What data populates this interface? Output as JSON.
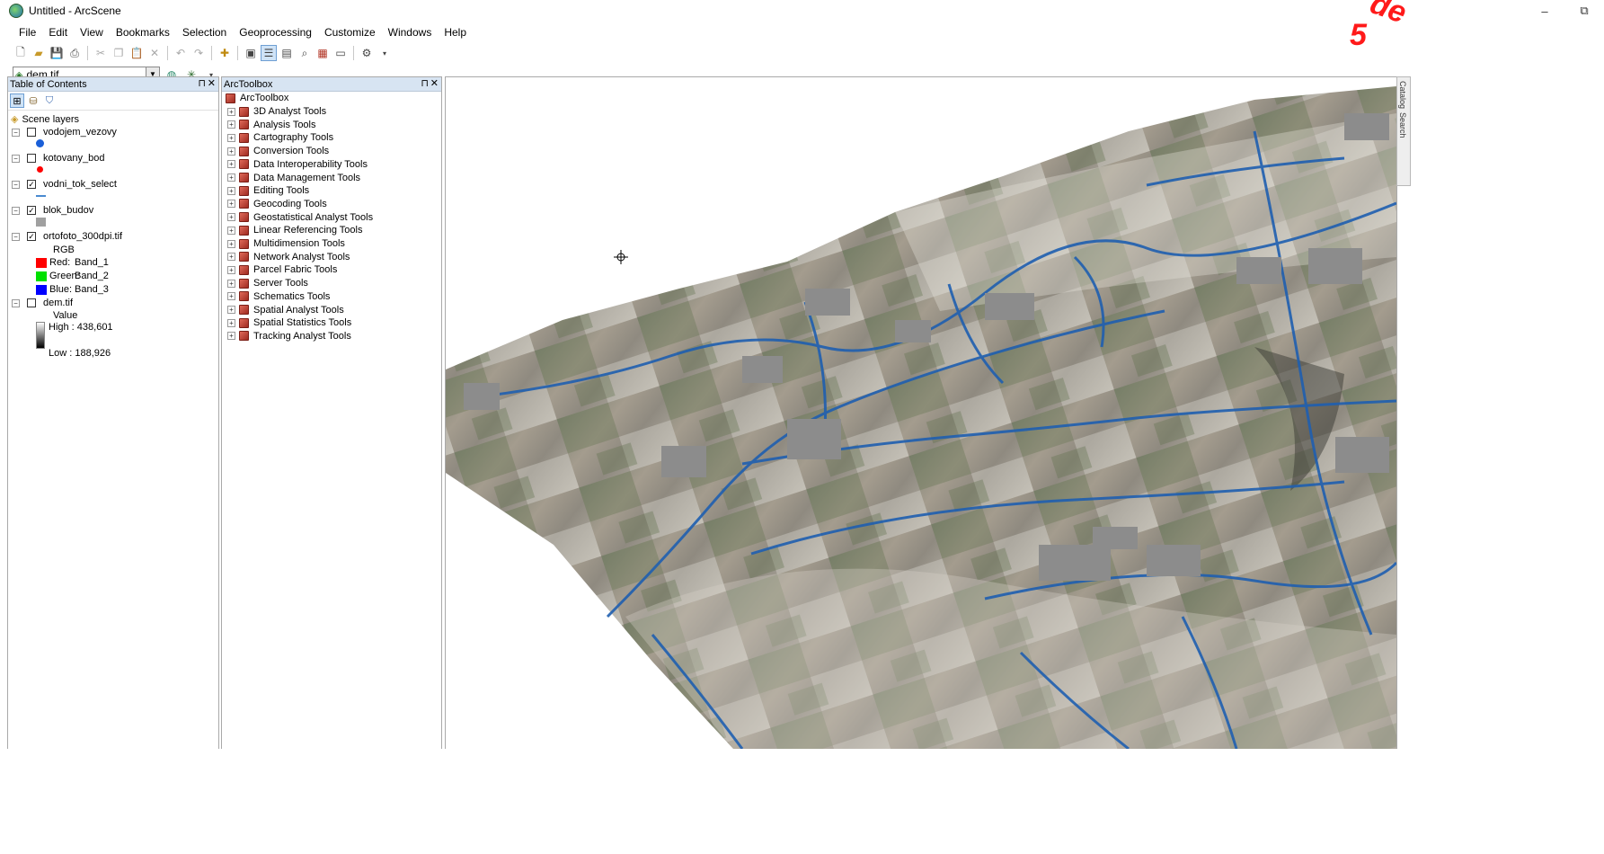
{
  "window": {
    "title": "Untitled - ArcScene",
    "controls": [
      "–",
      "⧉"
    ]
  },
  "menu": [
    "File",
    "Edit",
    "View",
    "Bookmarks",
    "Selection",
    "Geoprocessing",
    "Customize",
    "Windows",
    "Help"
  ],
  "layer_selector": {
    "value": "dem.tif"
  },
  "toc": {
    "title": "Table of Contents",
    "pin": "⊓",
    "close": "✕",
    "root": "Scene layers",
    "layers": [
      {
        "name": "vodojem_vezovy",
        "checked": false
      },
      {
        "name": "kotovany_bod",
        "checked": false
      },
      {
        "name": "vodni_tok_select",
        "checked": true
      },
      {
        "name": "blok_budov",
        "checked": true
      },
      {
        "name": "ortofoto_300dpi.tif",
        "checked": true
      },
      {
        "name": "dem.tif",
        "checked": false
      }
    ],
    "rgb_label": "RGB",
    "bands": [
      {
        "label": "Red:",
        "band": "Band_1",
        "color": "#ff0000"
      },
      {
        "label": "Green:",
        "band": "Band_2",
        "color": "#00e000"
      },
      {
        "label": "Blue:",
        "band": "Band_3",
        "color": "#0000ff"
      }
    ],
    "dem_value_label": "Value",
    "dem_high": "High : 438,601",
    "dem_low": "Low : 188,926"
  },
  "toolbox": {
    "title": "ArcToolbox",
    "pin": "⊓",
    "close": "✕",
    "root": "ArcToolbox",
    "tools": [
      "3D Analyst Tools",
      "Analysis Tools",
      "Cartography Tools",
      "Conversion Tools",
      "Data Interoperability Tools",
      "Data Management Tools",
      "Editing Tools",
      "Geocoding Tools",
      "Geostatistical Analyst Tools",
      "Linear Referencing Tools",
      "Multidimension Tools",
      "Network Analyst Tools",
      "Parcel Fabric Tools",
      "Server Tools",
      "Schematics Tools",
      "Spatial Analyst Tools",
      "Spatial Statistics Tools",
      "Tracking Analyst Tools"
    ]
  },
  "side_tabs": [
    "Catalog",
    "Search"
  ],
  "overlay": {
    "line1": "de",
    "line2": "5"
  }
}
